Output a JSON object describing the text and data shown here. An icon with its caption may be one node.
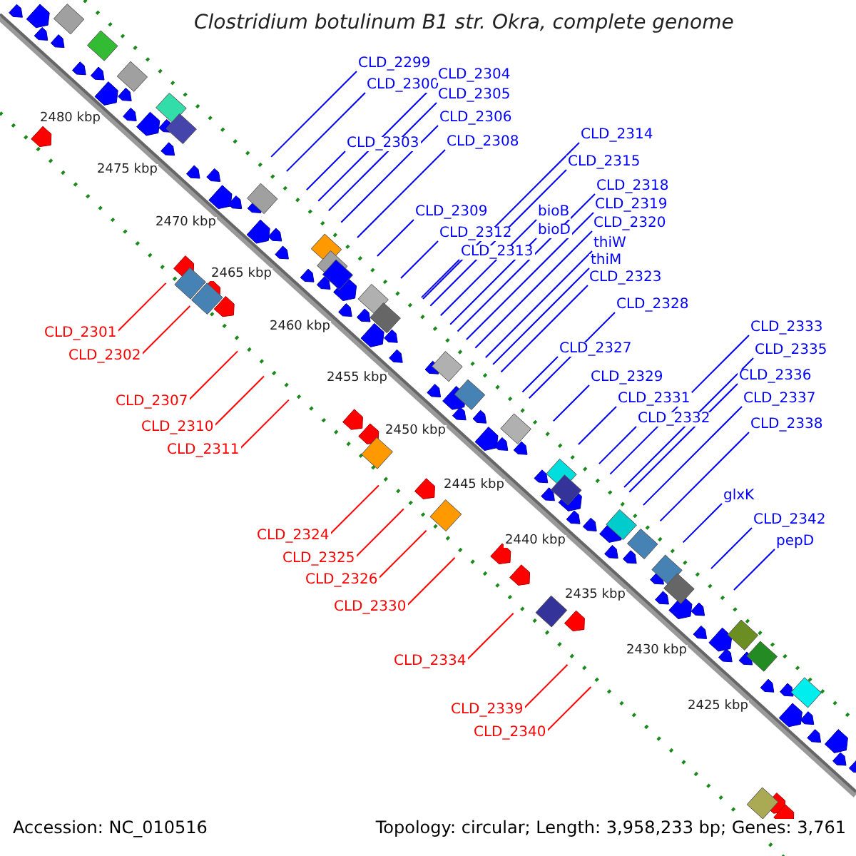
{
  "diagram": {
    "title": "Clostridium botulinum B1 str. Okra, complete genome",
    "nodes": [
      {
        "text": [
          "CLD_2299"
        ]
      },
      {
        "text": [
          "CLD_2300"
        ]
      },
      {
        "text": [
          "CLD_2304"
        ]
      },
      {
        "text": [
          "CLD_2305"
        ]
      },
      {
        "text": [
          "CLD_2306"
        ]
      },
      {
        "text": [
          "CLD_2303"
        ]
      },
      {
        "text": [
          "CLD_2308"
        ]
      },
      {
        "text": [
          "CLD_2314"
        ]
      },
      {
        "text": [
          "CLD_2315"
        ]
      },
      {
        "text": [
          "CLD_2309"
        ]
      },
      {
        "text": [
          "CLD_2318"
        ]
      },
      {
        "text": [
          "bioB"
        ]
      },
      {
        "text": [
          "CLD_2319"
        ]
      },
      {
        "text": [
          "CLD_2312"
        ]
      },
      {
        "text": [
          "bioD"
        ]
      },
      {
        "text": [
          "CLD_2320"
        ]
      },
      {
        "text": [
          "CLD_2313"
        ]
      },
      {
        "text": [
          "thiW"
        ]
      },
      {
        "text": [
          "thiM"
        ]
      },
      {
        "text": [
          "CLD_2323"
        ]
      },
      {
        "text": [
          "CLD_2328"
        ]
      },
      {
        "text": [
          "CLD_2333"
        ]
      },
      {
        "text": [
          "CLD_2327"
        ]
      },
      {
        "text": [
          "CLD_2335"
        ]
      },
      {
        "text": [
          "CLD_2336"
        ]
      },
      {
        "text": [
          "CLD_2329"
        ]
      },
      {
        "text": [
          "CLD_2337"
        ]
      },
      {
        "text": [
          "CLD_2331"
        ]
      },
      {
        "text": [
          "CLD_2332"
        ]
      },
      {
        "text": [
          "CLD_2338"
        ]
      },
      {
        "text": [
          "glxK"
        ]
      },
      {
        "text": [
          "CLD_2342"
        ]
      },
      {
        "text": [
          "pepD"
        ]
      },
      {
        "text": [
          "CLD_2301"
        ]
      },
      {
        "text": [
          "CLD_2302"
        ]
      },
      {
        "text": [
          "CLD_2307"
        ]
      },
      {
        "text": [
          "CLD_2310"
        ]
      },
      {
        "text": [
          "CLD_2311"
        ]
      },
      {
        "text": [
          "CLD_2324"
        ]
      },
      {
        "text": [
          "CLD_2325"
        ]
      },
      {
        "text": [
          "CLD_2326"
        ]
      },
      {
        "text": [
          "CLD_2330"
        ]
      },
      {
        "text": [
          "CLD_2334"
        ]
      },
      {
        "text": [
          "CLD_2339"
        ]
      },
      {
        "text": [
          "CLD_2340"
        ]
      }
    ],
    "edges": [
      {
        "from": 0,
        "to": null,
        "arrow": "none"
      },
      {
        "from": 1,
        "to": null,
        "arrow": "none"
      },
      {
        "from": 2,
        "to": null,
        "arrow": "none"
      },
      {
        "from": 3,
        "to": null,
        "arrow": "none"
      },
      {
        "from": 4,
        "to": null,
        "arrow": "none"
      },
      {
        "from": 5,
        "to": null,
        "arrow": "none"
      },
      {
        "from": 6,
        "to": null,
        "arrow": "none"
      },
      {
        "from": 7,
        "to": null,
        "arrow": "none"
      },
      {
        "from": 8,
        "to": null,
        "arrow": "none"
      },
      {
        "from": 9,
        "to": null,
        "arrow": "none"
      },
      {
        "from": 10,
        "to": null,
        "arrow": "none"
      },
      {
        "from": 11,
        "to": null,
        "arrow": "none"
      },
      {
        "from": 12,
        "to": null,
        "arrow": "none"
      },
      {
        "from": 13,
        "to": null,
        "arrow": "none"
      },
      {
        "from": 14,
        "to": null,
        "arrow": "none"
      },
      {
        "from": 15,
        "to": null,
        "arrow": "none"
      },
      {
        "from": 16,
        "to": null,
        "arrow": "none"
      },
      {
        "from": 17,
        "to": null,
        "arrow": "none"
      },
      {
        "from": 18,
        "to": null,
        "arrow": "none"
      },
      {
        "from": 19,
        "to": null,
        "arrow": "none"
      },
      {
        "from": 20,
        "to": null,
        "arrow": "none"
      },
      {
        "from": 21,
        "to": null,
        "arrow": "none"
      },
      {
        "from": 22,
        "to": null,
        "arrow": "none"
      },
      {
        "from": 23,
        "to": null,
        "arrow": "none"
      },
      {
        "from": 24,
        "to": null,
        "arrow": "none"
      },
      {
        "from": 25,
        "to": null,
        "arrow": "none"
      },
      {
        "from": 26,
        "to": null,
        "arrow": "none"
      },
      {
        "from": 27,
        "to": null,
        "arrow": "none"
      },
      {
        "from": 28,
        "to": null,
        "arrow": "none"
      },
      {
        "from": 29,
        "to": null,
        "arrow": "none"
      },
      {
        "from": 30,
        "to": null,
        "arrow": "none"
      },
      {
        "from": 31,
        "to": null,
        "arrow": "none"
      },
      {
        "from": 32,
        "to": null,
        "arrow": "none"
      },
      {
        "from": 33,
        "to": null,
        "arrow": "none",
        "color": "#ff0000"
      },
      {
        "from": 34,
        "to": null,
        "arrow": "none",
        "color": "#ff0000"
      },
      {
        "from": 35,
        "to": null,
        "arrow": "none",
        "color": "#ff0000"
      },
      {
        "from": 36,
        "to": null,
        "arrow": "none",
        "color": "#ff0000"
      },
      {
        "from": 37,
        "to": null,
        "arrow": "none",
        "color": "#ff0000"
      },
      {
        "from": 38,
        "to": null,
        "arrow": "none",
        "color": "#ff0000"
      },
      {
        "from": 39,
        "to": null,
        "arrow": "none",
        "color": "#ff0000"
      },
      {
        "from": 40,
        "to": null,
        "arrow": "none",
        "color": "#ff0000"
      },
      {
        "from": 41,
        "to": null,
        "arrow": "none",
        "color": "#ff0000"
      },
      {
        "from": 42,
        "to": null,
        "arrow": "none",
        "color": "#ff0000"
      },
      {
        "from": 43,
        "to": null,
        "arrow": "none",
        "color": "#ff0000"
      },
      {
        "from": 44,
        "to": null,
        "arrow": "none",
        "color": "#ff0000"
      }
    ],
    "labels": [
      "2480 kbp",
      "2475 kbp",
      "2470 kbp",
      "2465 kbp",
      "2460 kbp",
      "2455 kbp",
      "2450 kbp",
      "2445 kbp",
      "2440 kbp",
      "2435 kbp",
      "2430 kbp",
      "2425 kbp",
      "Accession: NC_010516",
      "Topology: circular; Length: 3,958,233 bp; Genes: 3,761"
    ]
  }
}
